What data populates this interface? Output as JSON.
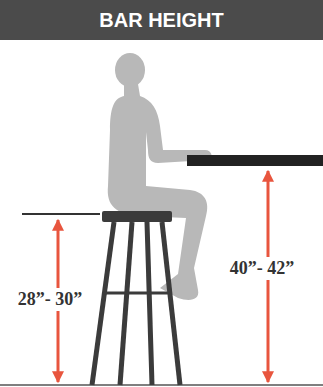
{
  "diagram": {
    "title": "BAR HEIGHT",
    "labels": [
      "28”- 30”",
      "40”- 42”"
    ]
  }
}
